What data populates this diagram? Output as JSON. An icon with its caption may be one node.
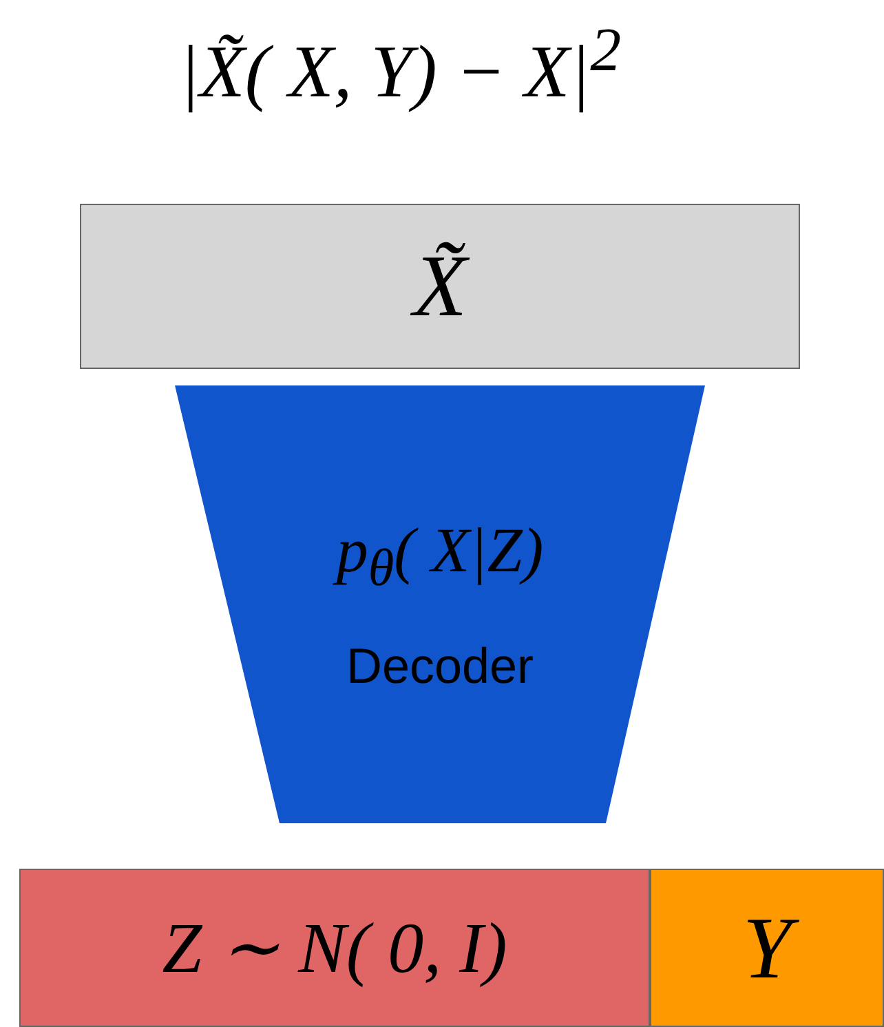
{
  "diagram": {
    "nodes": [
      {
        "text": [
          "X̃"
        ]
      },
      {
        "text": [
          "p$_{θ}$( X|Z)",
          "Decoder"
        ]
      },
      {
        "text": [
          "Z ∼ N( 0,  I)"
        ]
      },
      {
        "text": [
          "Y"
        ]
      }
    ],
    "labels": [
      "|X̃( X, Y)  − X|$^{2}$"
    ]
  }
}
